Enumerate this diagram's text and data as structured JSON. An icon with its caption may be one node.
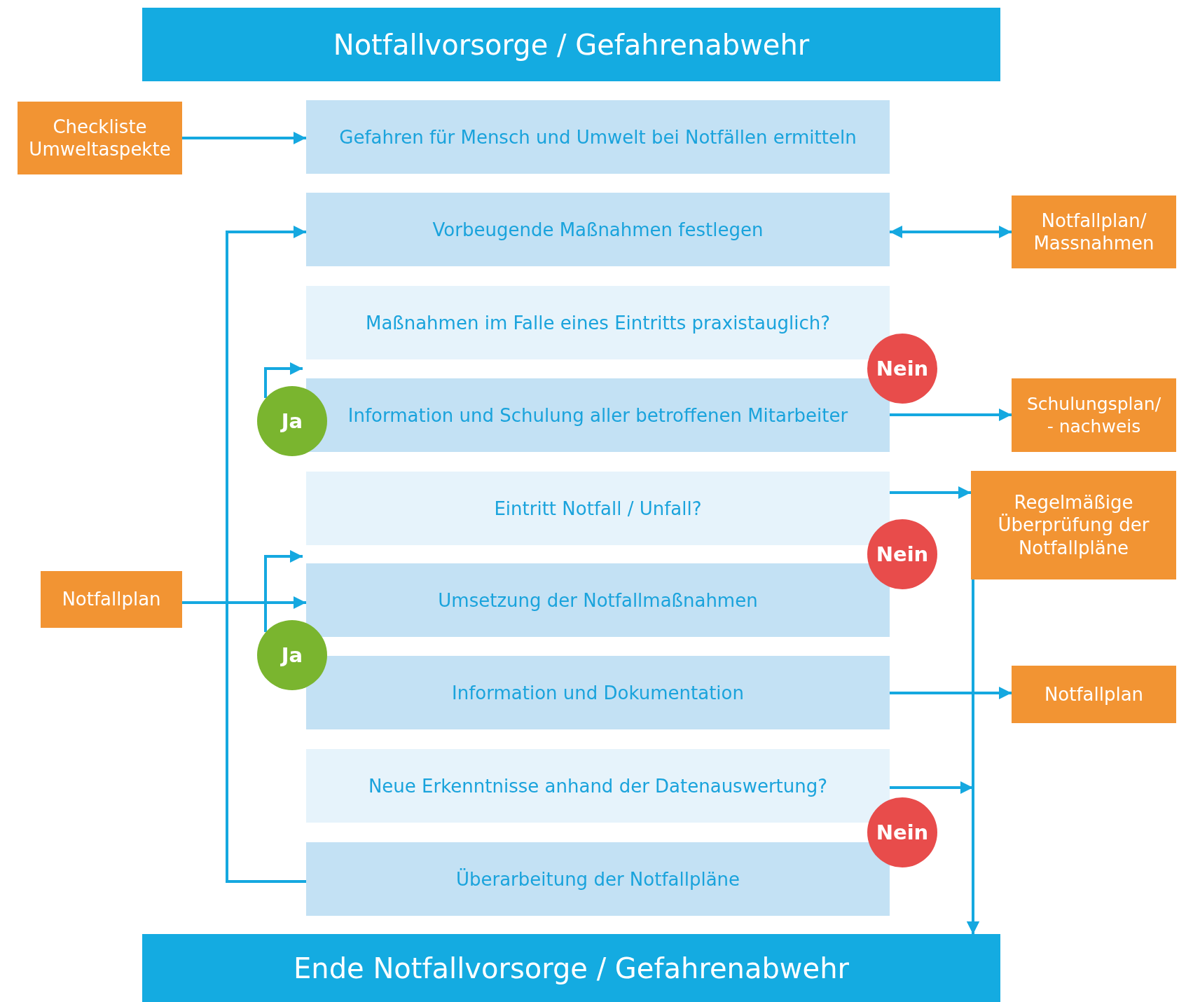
{
  "diagram": {
    "nodes": [
      {
        "text": [
          "Notfallvorsorge / Gefahrenabwehr"
        ]
      },
      {
        "text": [
          "Checkliste Umweltaspekte"
        ]
      },
      {
        "text": [
          "Gefahren für Mensch und Umwelt bei Notfällen ermitteln"
        ]
      },
      {
        "text": [
          "Vorbeugende Maßnahmen festlegen"
        ]
      },
      {
        "text": [
          "Notfallplan/ Massnahmen"
        ]
      },
      {
        "text": [
          "Maßnahmen im Falle eines Eintritts praxistauglich?"
        ]
      },
      {
        "text": [
          "Nein"
        ]
      },
      {
        "text": [
          "Information und Schulung aller betroffenen Mitarbeiter"
        ]
      },
      {
        "text": [
          "Ja"
        ]
      },
      {
        "text": [
          "Schulungsplan/ - nachweis"
        ]
      },
      {
        "text": [
          "Eintritt Notfall / Unfall?"
        ]
      },
      {
        "text": [
          "Regelmäßige Überprüfung der Notfallpläne"
        ]
      },
      {
        "text": [
          "Nein"
        ]
      },
      {
        "text": [
          "Umsetzung der Notfallmaßnahmen"
        ]
      },
      {
        "text": [
          "Notfallplan"
        ]
      },
      {
        "text": [
          "Ja"
        ]
      },
      {
        "text": [
          "Information und Dokumentation"
        ]
      },
      {
        "text": [
          "Notfallplan"
        ]
      },
      {
        "text": [
          "Neue Erkenntnisse anhand der Datenauswertung?"
        ]
      },
      {
        "text": [
          "Nein"
        ]
      },
      {
        "text": [
          "Überarbeitung der Notfallpläne"
        ]
      },
      {
        "text": [
          "Ende Notfallvorsorge / Gefahrenabwehr"
        ]
      }
    ],
    "edges": [
      {
        "from": 1,
        "to": 2,
        "arrow": "to"
      },
      {
        "from": 20,
        "to": 3,
        "arrow": "to"
      },
      {
        "from": 3,
        "to": 4,
        "arrow": "both"
      },
      {
        "from": 8,
        "to": 7,
        "arrow": "to"
      },
      {
        "from": 15,
        "to": 13,
        "arrow": "to"
      },
      {
        "from": 14,
        "to": 13,
        "arrow": "to"
      },
      {
        "from": 7,
        "to": 9,
        "arrow": "to"
      },
      {
        "from": 10,
        "to": 11,
        "arrow": "to"
      },
      {
        "from": 16,
        "to": 17,
        "arrow": "to"
      },
      {
        "from": 18,
        "to": 21,
        "arrow": "to"
      },
      {
        "from": 11,
        "to": 21,
        "arrow": "to"
      }
    ]
  }
}
